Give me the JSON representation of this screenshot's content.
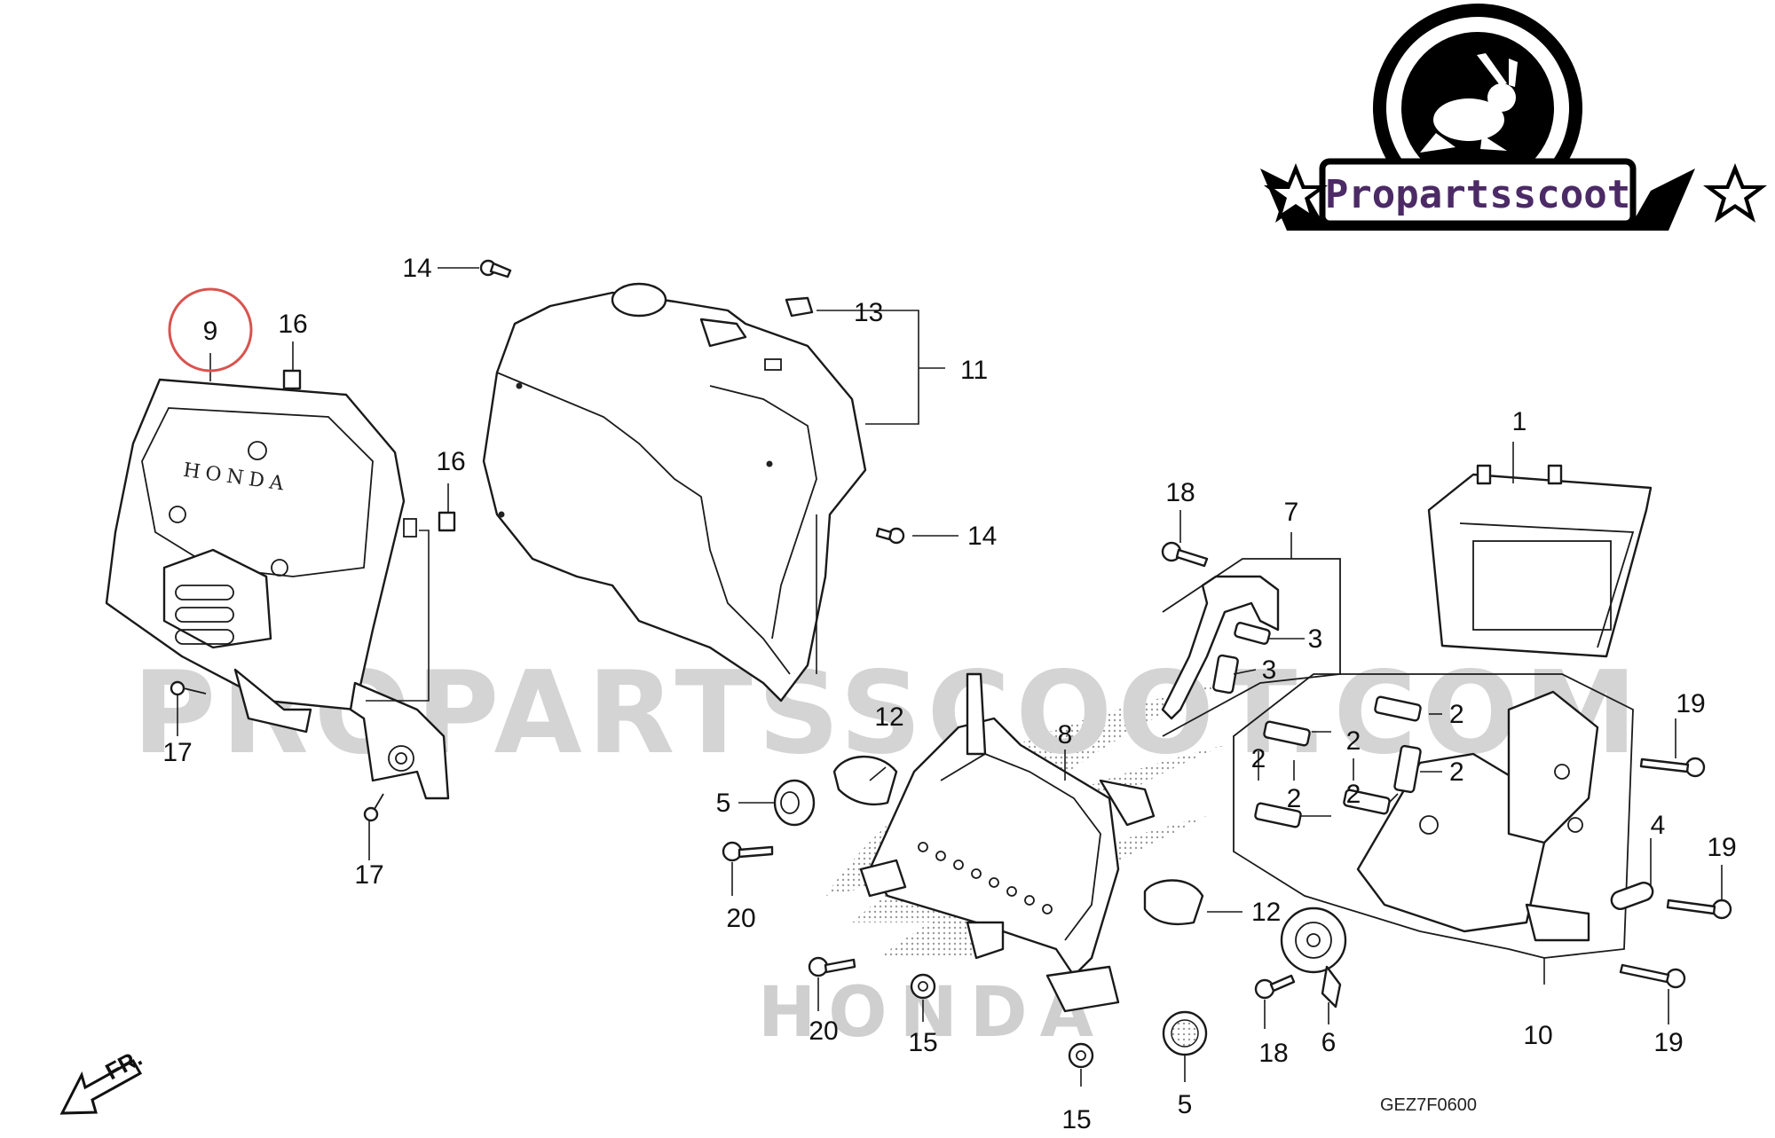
{
  "watermark": "PROPARTSSCOOT.COM",
  "logo": {
    "brand_name": "Propartsscoot",
    "emblem": "rabbit-icon",
    "brand_color": "#4b2a66"
  },
  "highlight": {
    "part_number": "9",
    "circle_color": "#d9534f"
  },
  "direction_label": "FR.",
  "cover_brand_text": "HONDA",
  "background_brand_text": "HONDA",
  "diagram_code": "GEZ7F0600",
  "callouts": {
    "c9": "9",
    "c16a": "16",
    "c16b": "16",
    "c14a": "14",
    "c14b": "14",
    "c13": "13",
    "c11": "11",
    "c17a": "17",
    "c17b": "17",
    "c1": "1",
    "c18a": "18",
    "c7": "7",
    "c3a": "3",
    "c3b": "3",
    "c12a": "12",
    "c12b": "12",
    "c8": "8",
    "c5a": "5",
    "c5b": "5",
    "c20a": "20",
    "c20b": "20",
    "c15a": "15",
    "c15b": "15",
    "c2a": "2",
    "c2b": "2",
    "c2c": "2",
    "c2d": "2",
    "c2e": "2",
    "c2f": "2",
    "c19a": "19",
    "c19b": "19",
    "c19c": "19",
    "c4": "4",
    "c6": "6",
    "c10": "10",
    "c18b": "18"
  }
}
